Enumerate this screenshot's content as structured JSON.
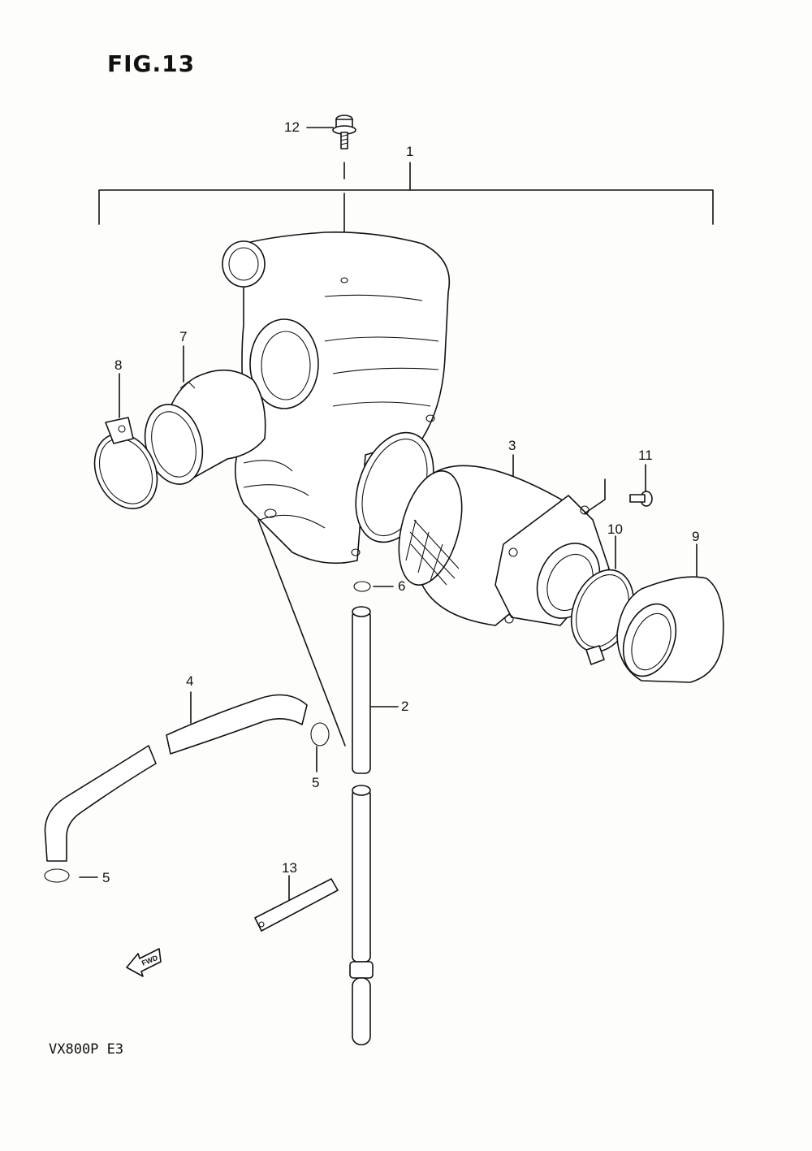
{
  "figure": {
    "title": "FIG.13",
    "model": "VX800P  E3",
    "fwd_label": "FWD"
  },
  "callouts": {
    "c1": "1",
    "c2": "2",
    "c3": "3",
    "c4": "4",
    "c5a": "5",
    "c5b": "5",
    "c6": "6",
    "c7": "7",
    "c8": "8",
    "c9": "9",
    "c10": "10",
    "c11": "11",
    "c12": "12",
    "c13": "13"
  }
}
